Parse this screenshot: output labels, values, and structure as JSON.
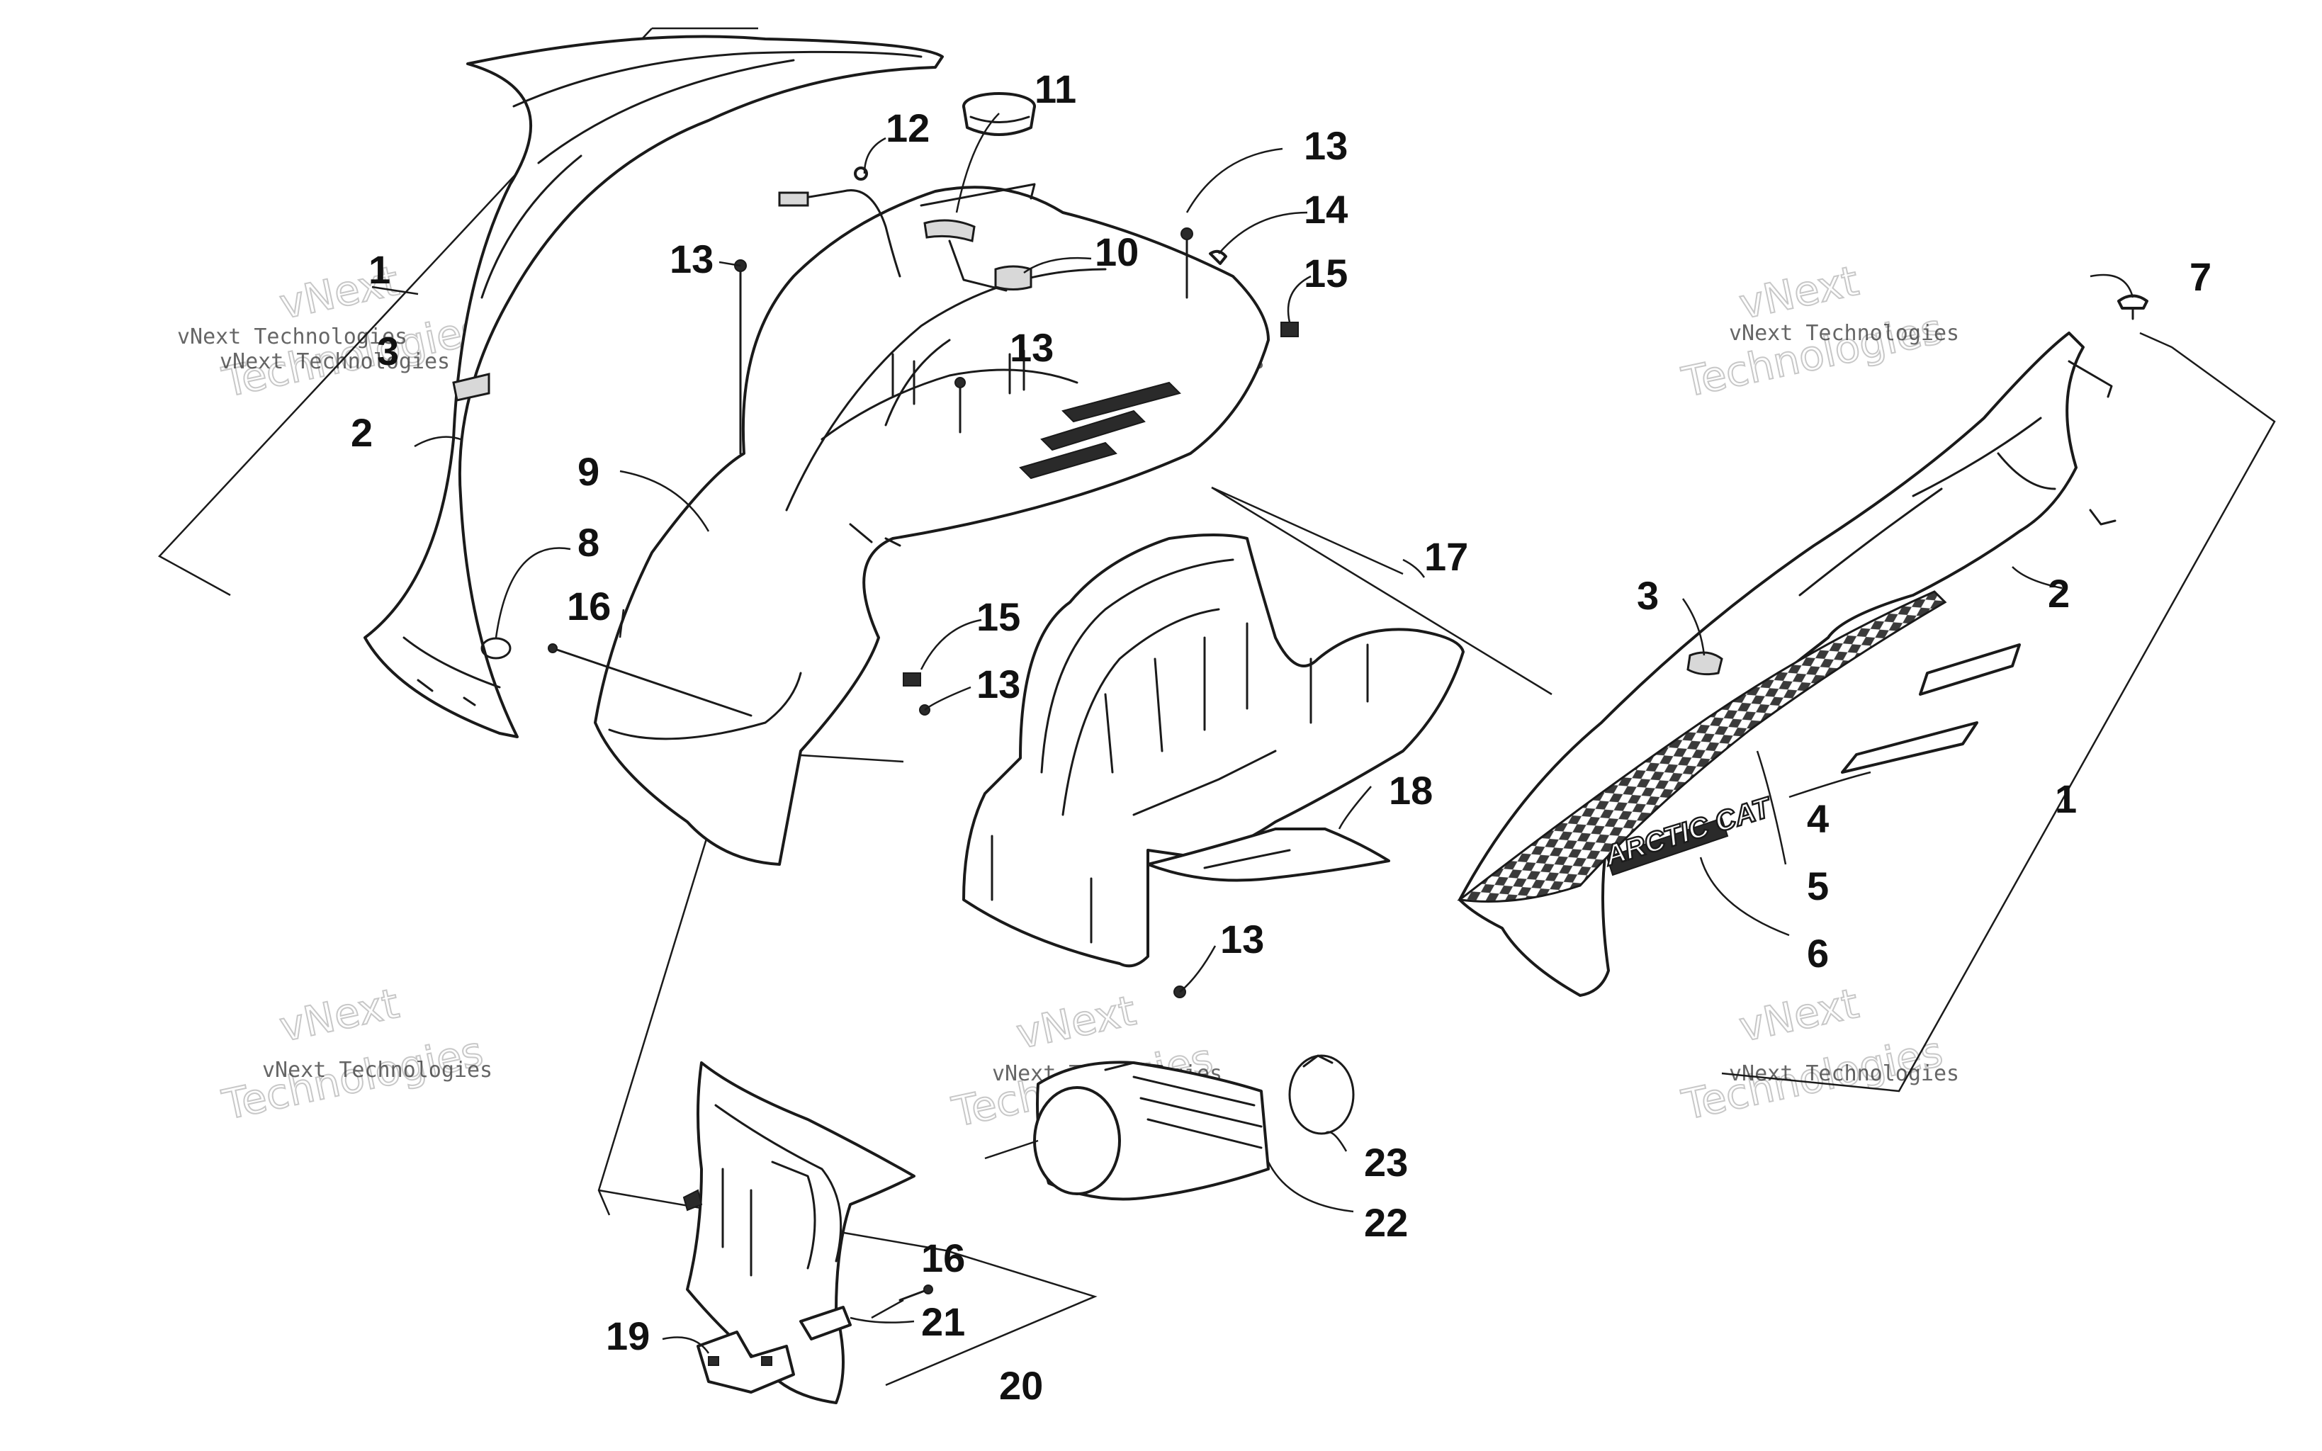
{
  "callouts": [
    {
      "id": "c1a",
      "label": "1"
    },
    {
      "id": "c1b",
      "label": "1"
    },
    {
      "id": "c2a",
      "label": "2"
    },
    {
      "id": "c2b",
      "label": "2"
    },
    {
      "id": "c3a",
      "label": "3"
    },
    {
      "id": "c3b",
      "label": "3"
    },
    {
      "id": "c4",
      "label": "4"
    },
    {
      "id": "c5",
      "label": "5"
    },
    {
      "id": "c6",
      "label": "6"
    },
    {
      "id": "c7",
      "label": "7"
    },
    {
      "id": "c8",
      "label": "8"
    },
    {
      "id": "c9",
      "label": "9"
    },
    {
      "id": "c10",
      "label": "10"
    },
    {
      "id": "c11",
      "label": "11"
    },
    {
      "id": "c12",
      "label": "12"
    },
    {
      "id": "c13a",
      "label": "13"
    },
    {
      "id": "c13b",
      "label": "13"
    },
    {
      "id": "c13c",
      "label": "13"
    },
    {
      "id": "c13d",
      "label": "13"
    },
    {
      "id": "c13e",
      "label": "13"
    },
    {
      "id": "c14",
      "label": "14"
    },
    {
      "id": "c15a",
      "label": "15"
    },
    {
      "id": "c15b",
      "label": "15"
    },
    {
      "id": "c16a",
      "label": "16"
    },
    {
      "id": "c16b",
      "label": "16"
    },
    {
      "id": "c17",
      "label": "17"
    },
    {
      "id": "c18",
      "label": "18"
    },
    {
      "id": "c19",
      "label": "19"
    },
    {
      "id": "c20",
      "label": "20"
    },
    {
      "id": "c21",
      "label": "21"
    },
    {
      "id": "c22",
      "label": "22"
    },
    {
      "id": "c23",
      "label": "23"
    }
  ],
  "decal_text": "ARCTIC CAT",
  "watermarks": {
    "company_line": "vNext Technologies",
    "line1": "vNext",
    "line2": "Technologies"
  },
  "colors": {
    "ink": "#1a1a1a",
    "watermark": "#c8c8c8"
  }
}
